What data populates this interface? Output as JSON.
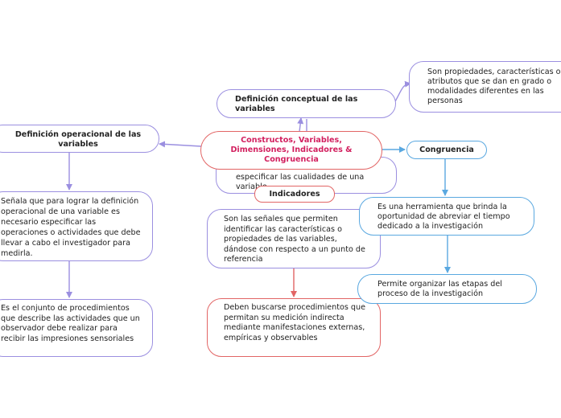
{
  "colors": {
    "purple": "#9b8fe0",
    "red": "#e26565",
    "blue": "#5aa8e0",
    "central_text": "#d21f5e"
  },
  "central": {
    "title": "Constructos, Variables, Dimensiones, Indicadores & Congruencia"
  },
  "conceptual": {
    "title": "Definición conceptual de las variables",
    "child": "Son propiedades, características o atributos que se dan en grado o modalidades diferentes en las personas"
  },
  "operacional": {
    "title": "Definición operacional de las variables",
    "child1": "Señala que para lograr la definición operacional de una variable es necesario especificar las operaciones o actividades que debe llevar a cabo el investigador para medirla.",
    "child2": "Es el conjunto de procedimientos que describe las actividades que un observador debe realizar para recibir las impresiones sensoriales"
  },
  "dimensiones": {
    "text": "especificar las cualidades de una variable."
  },
  "indicadores": {
    "title": "Indicadores",
    "child1": "Son las señales que permiten identificar las características o propiedades de las variables, dándose con respecto a un punto de referencia",
    "child2": "Deben buscarse procedimientos que permitan su medición indirecta mediante manifestaciones externas, empíricas y observables"
  },
  "congruencia": {
    "title": "Congruencia",
    "child1": "Es una herramienta que brinda la oportunidad de abreviar el tiempo dedicado a la investigación",
    "child2": "Permite organizar las etapas del proceso de la investigación"
  }
}
